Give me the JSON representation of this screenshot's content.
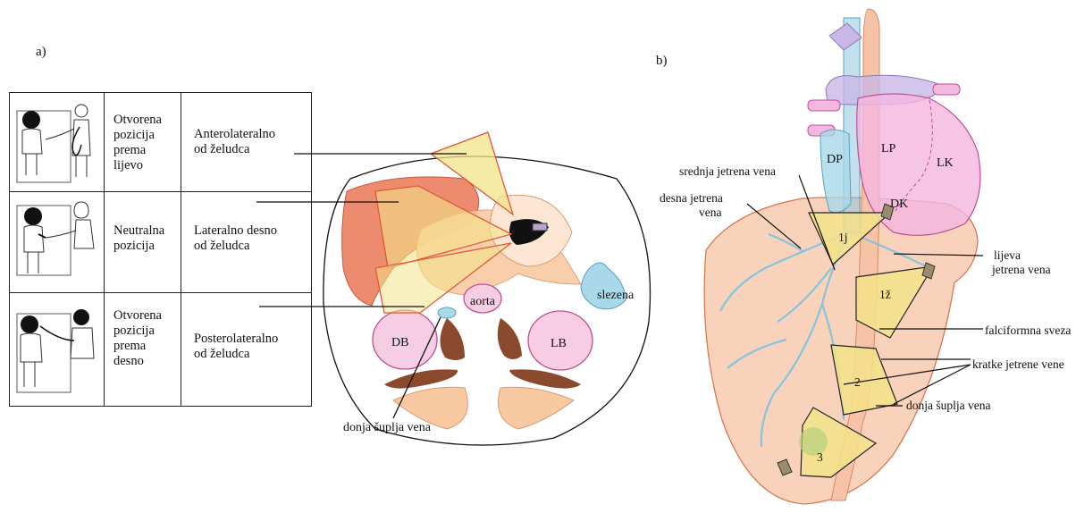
{
  "panels": {
    "a": {
      "label": "a)",
      "table_rows": [
        {
          "position": "Otvorena\npozicija\nprema\nlijevo",
          "direction": "Anterolateralno\nod želudca"
        },
        {
          "position": "Neutralna\npozicija",
          "direction": "Lateralno desno\nod želudca"
        },
        {
          "position": "Otvorena\npozicija\nprema\ndesno",
          "direction": "Posterolateralno\nod želudca"
        }
      ],
      "cross_section_labels": {
        "aorta": "aorta",
        "slezena": "slezena",
        "db": "DB",
        "lb": "LB",
        "vena_cava": "donja šuplja vena"
      }
    },
    "b": {
      "label": "b)",
      "heart_labels": {
        "dp": "DP",
        "lp": "LP",
        "lk": "LK",
        "dk": "DK"
      },
      "probe_labels": {
        "p1j": "1j",
        "p1z": "1ž",
        "p2": "2",
        "p3": "3"
      },
      "left_labels": {
        "srednja": "srednja jetrena vena",
        "desna_line1": "desna jetrena",
        "desna_line2": "vena"
      },
      "right_labels": {
        "lijeva_line1": "lijeva",
        "lijeva_line2": "jetrena vena",
        "falciformna": "falciformna sveza",
        "kratke": "kratke jetrene vene",
        "donja": "donja šuplja vena"
      }
    }
  },
  "colors": {
    "probe_fill": "#f3e389",
    "probe_stroke": "#e05a3a",
    "liver_b": "#f7c3a6",
    "heart": "#f4b7e0",
    "vein": "#86c4dc",
    "liver_a": "#ec8b6d",
    "stomach": "#f9c9a1",
    "spleen": "#a9d8e8",
    "kidney": "#f6cde3",
    "muscle": "#8b4a2e"
  }
}
